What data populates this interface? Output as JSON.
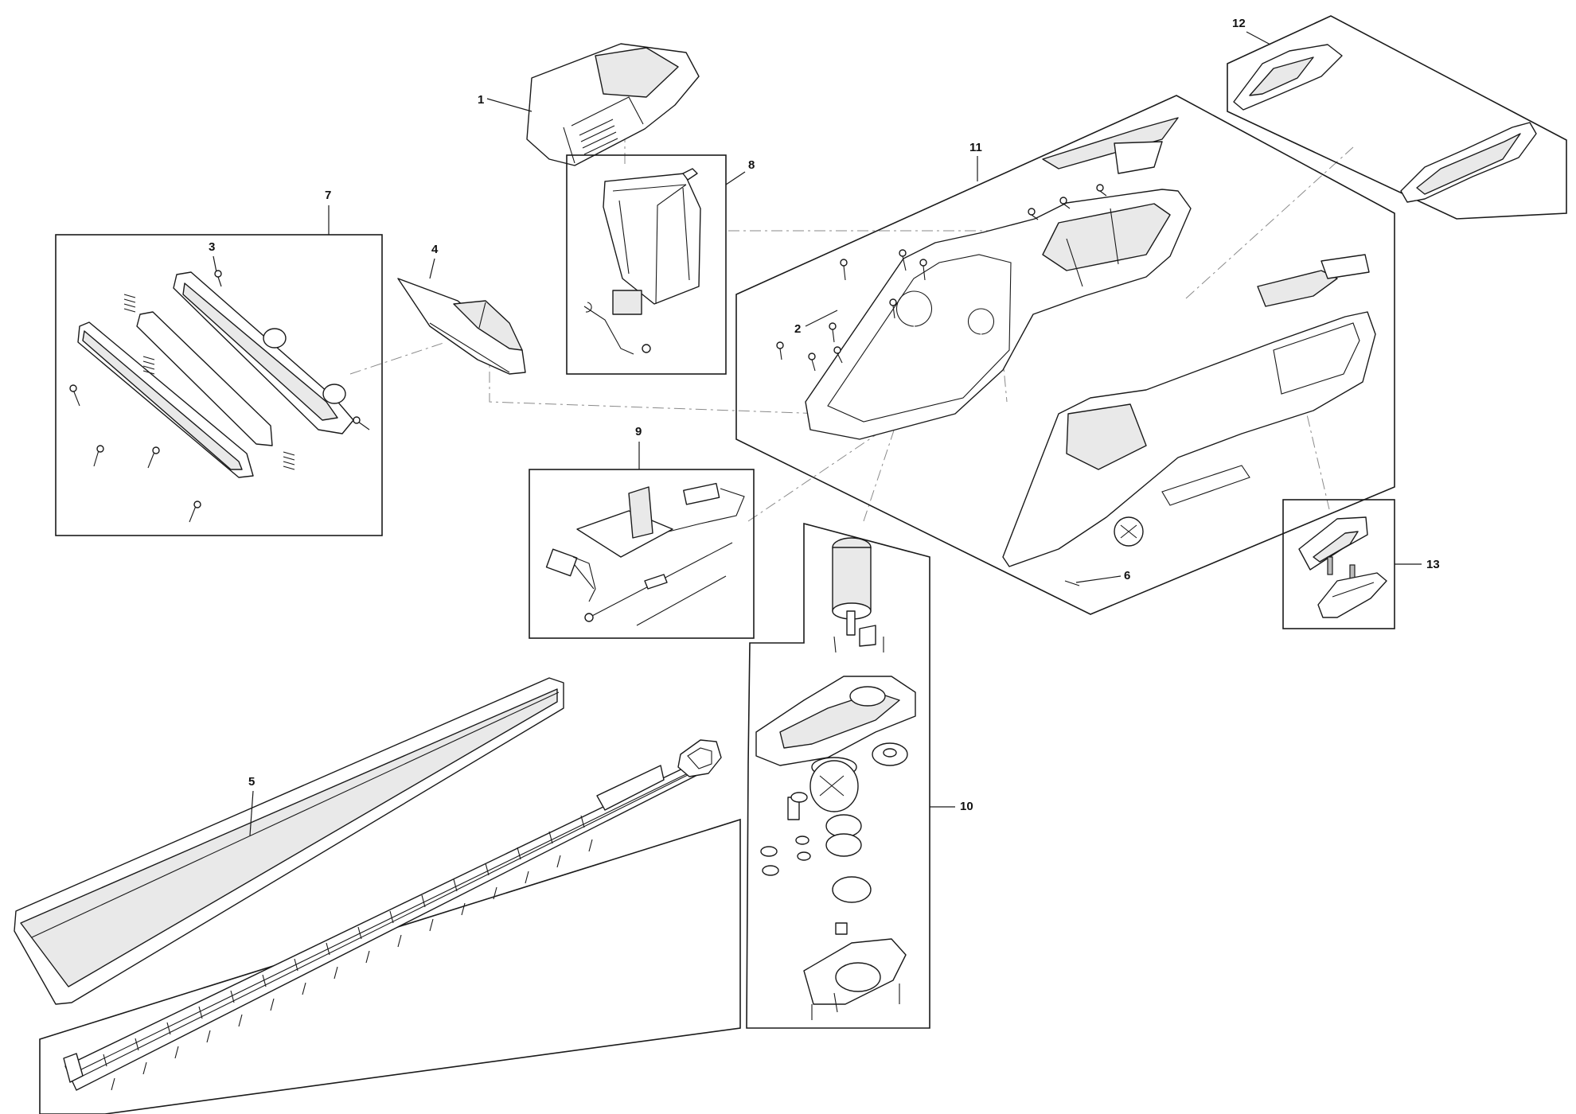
{
  "diagram": {
    "type": "exploded-parts-diagram",
    "colors": {
      "line": "#1a1a1a",
      "fill": "#ffffff",
      "shade": "#e9e9e9",
      "dash": "#8a8a8a"
    },
    "callouts": [
      {
        "id": "1",
        "label": "1"
      },
      {
        "id": "2",
        "label": "2"
      },
      {
        "id": "3",
        "label": "3"
      },
      {
        "id": "4",
        "label": "4"
      },
      {
        "id": "5",
        "label": "5"
      },
      {
        "id": "6",
        "label": "6"
      },
      {
        "id": "7",
        "label": "7"
      },
      {
        "id": "8",
        "label": "8"
      },
      {
        "id": "9",
        "label": "9"
      },
      {
        "id": "10",
        "label": "10"
      },
      {
        "id": "11",
        "label": "11"
      },
      {
        "id": "12",
        "label": "12"
      },
      {
        "id": "13",
        "label": "13"
      }
    ]
  }
}
